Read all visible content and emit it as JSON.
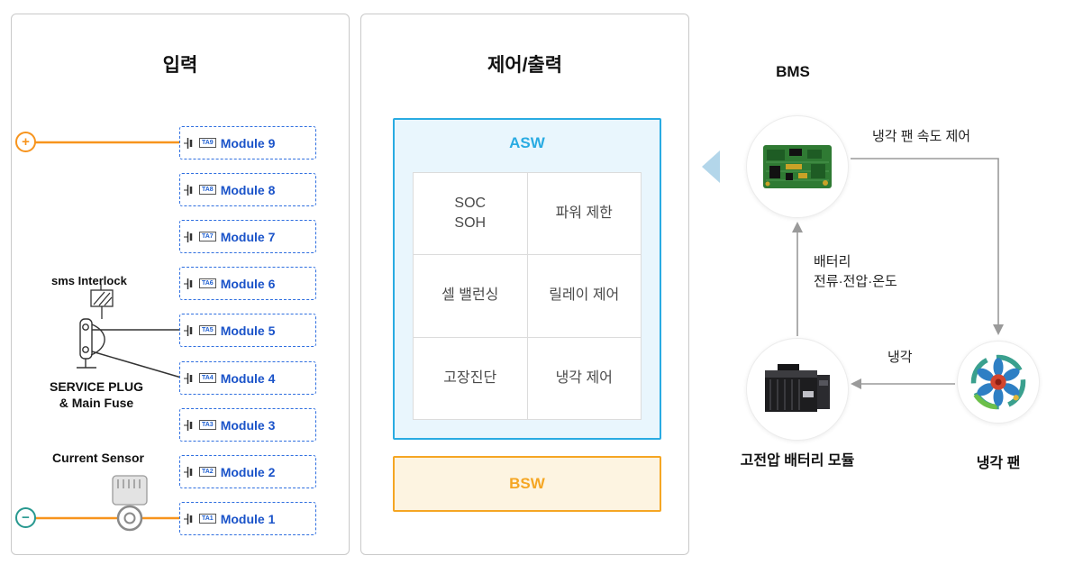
{
  "input_panel": {
    "title": "입력",
    "plus_symbol": "+",
    "minus_symbol": "−",
    "interlock_label": "sms Interlock",
    "service_plug_label": "SERVICE PLUG\n& Main Fuse",
    "current_sensor_label": "Current Sensor",
    "modules": [
      {
        "tag": "TA9",
        "label": "Module 9"
      },
      {
        "tag": "TA8",
        "label": "Module 8"
      },
      {
        "tag": "TA7",
        "label": "Module 7"
      },
      {
        "tag": "TA6",
        "label": "Module 6"
      },
      {
        "tag": "TA5",
        "label": "Module 5"
      },
      {
        "tag": "TA4",
        "label": "Module 4"
      },
      {
        "tag": "TA3",
        "label": "Module 3"
      },
      {
        "tag": "TA2",
        "label": "Module 2"
      },
      {
        "tag": "TA1",
        "label": "Module 1"
      }
    ]
  },
  "control_panel": {
    "title": "제어/출력",
    "asw": {
      "title": "ASW",
      "cells": [
        [
          "SOC\nSOH",
          "파워 제한"
        ],
        [
          "셀 밸런싱",
          "릴레이 제어"
        ],
        [
          "고장진단",
          "냉각 제어"
        ]
      ]
    },
    "bsw_title": "BSW"
  },
  "bms_section": {
    "title": "BMS",
    "fan_speed_label": "냉각 팬 속도 제어",
    "battery_signals_label": "배터리\n전류·전압·온도",
    "cooling_label": "냉각",
    "battery_module_label": "고전압 배터리 모듈",
    "fan_label": "냉각 팬"
  },
  "colors": {
    "module_blue": "#1a53c9",
    "asw_blue": "#29abe2",
    "bsw_orange": "#f5a623",
    "wire_orange": "#f7941d",
    "minus_teal": "#27988f",
    "arrow_gray": "#9a9a9a"
  }
}
